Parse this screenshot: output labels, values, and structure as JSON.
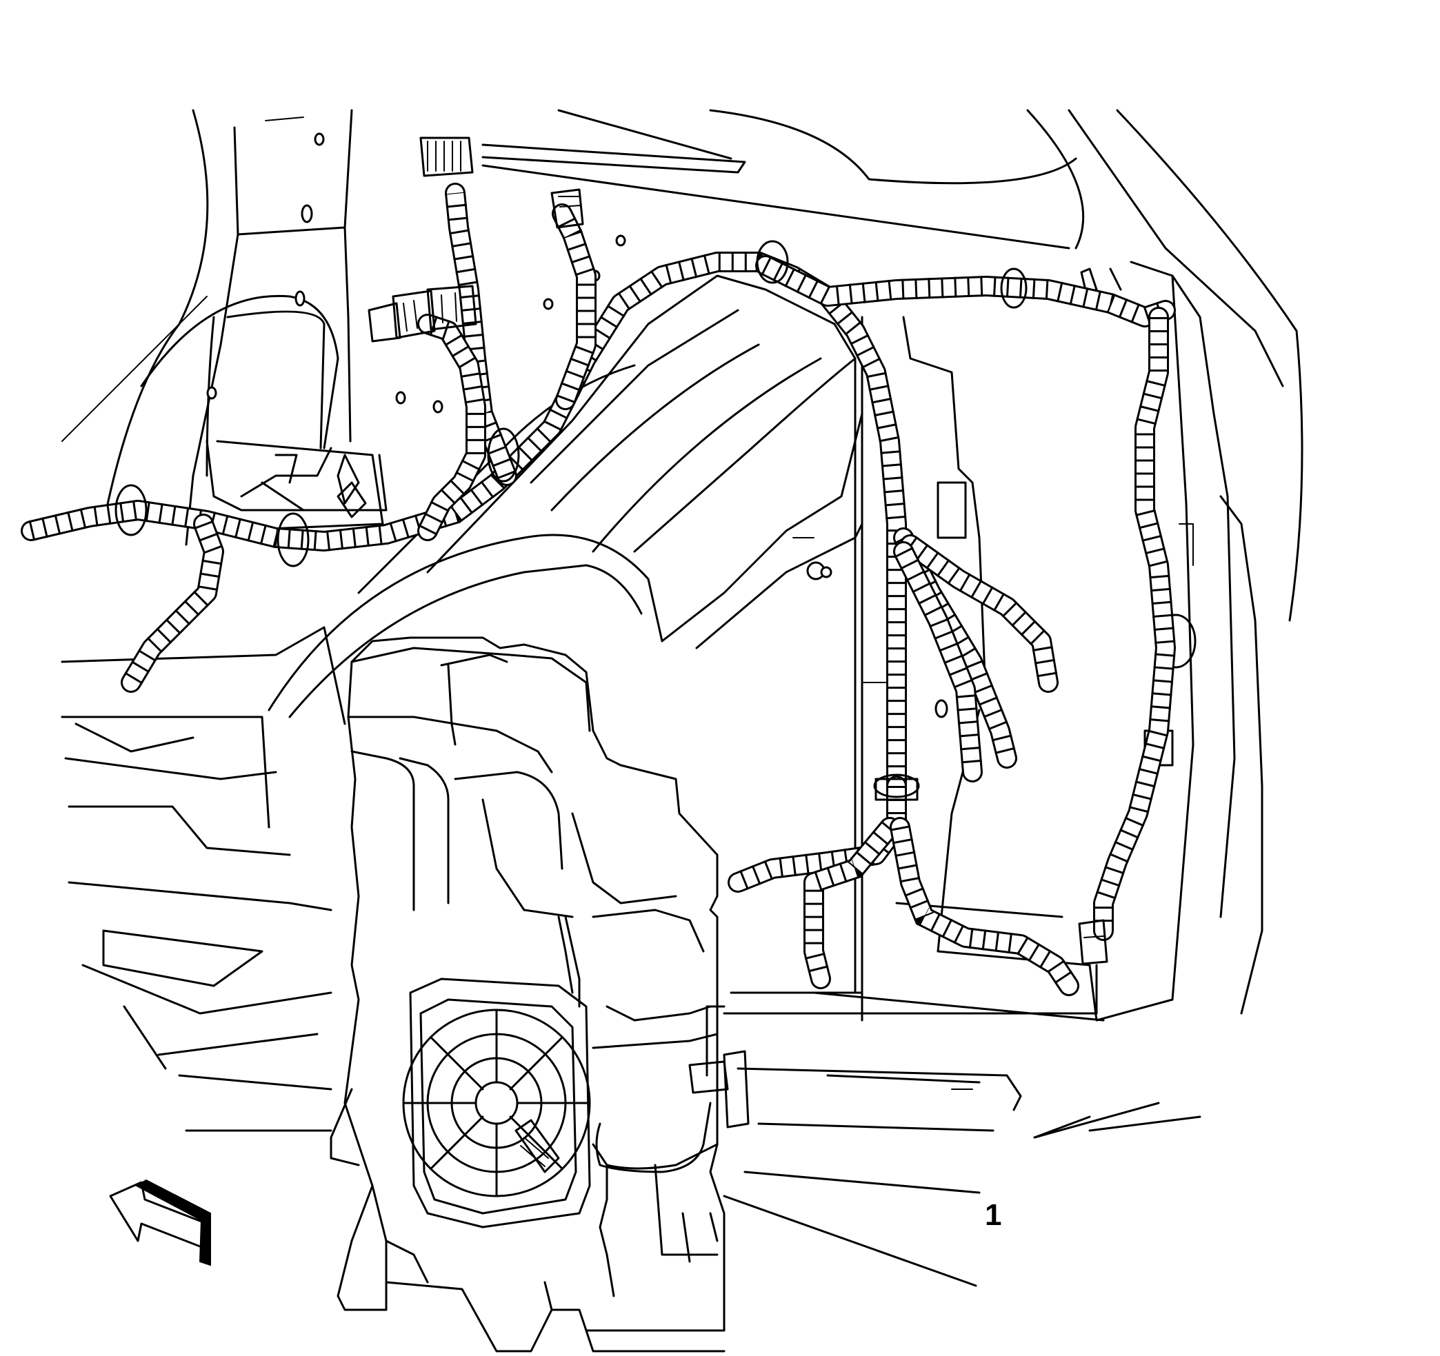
{
  "callouts": [
    {
      "id": "1",
      "label": "1"
    }
  ],
  "icons": {
    "orientation": "front-arrow-icon",
    "component": "subwoofer-speaker-enclosure",
    "harness": "wiring-harness",
    "connector": "electrical-connector-icon"
  },
  "colors": {
    "stroke": "#000000",
    "background": "#ffffff"
  }
}
